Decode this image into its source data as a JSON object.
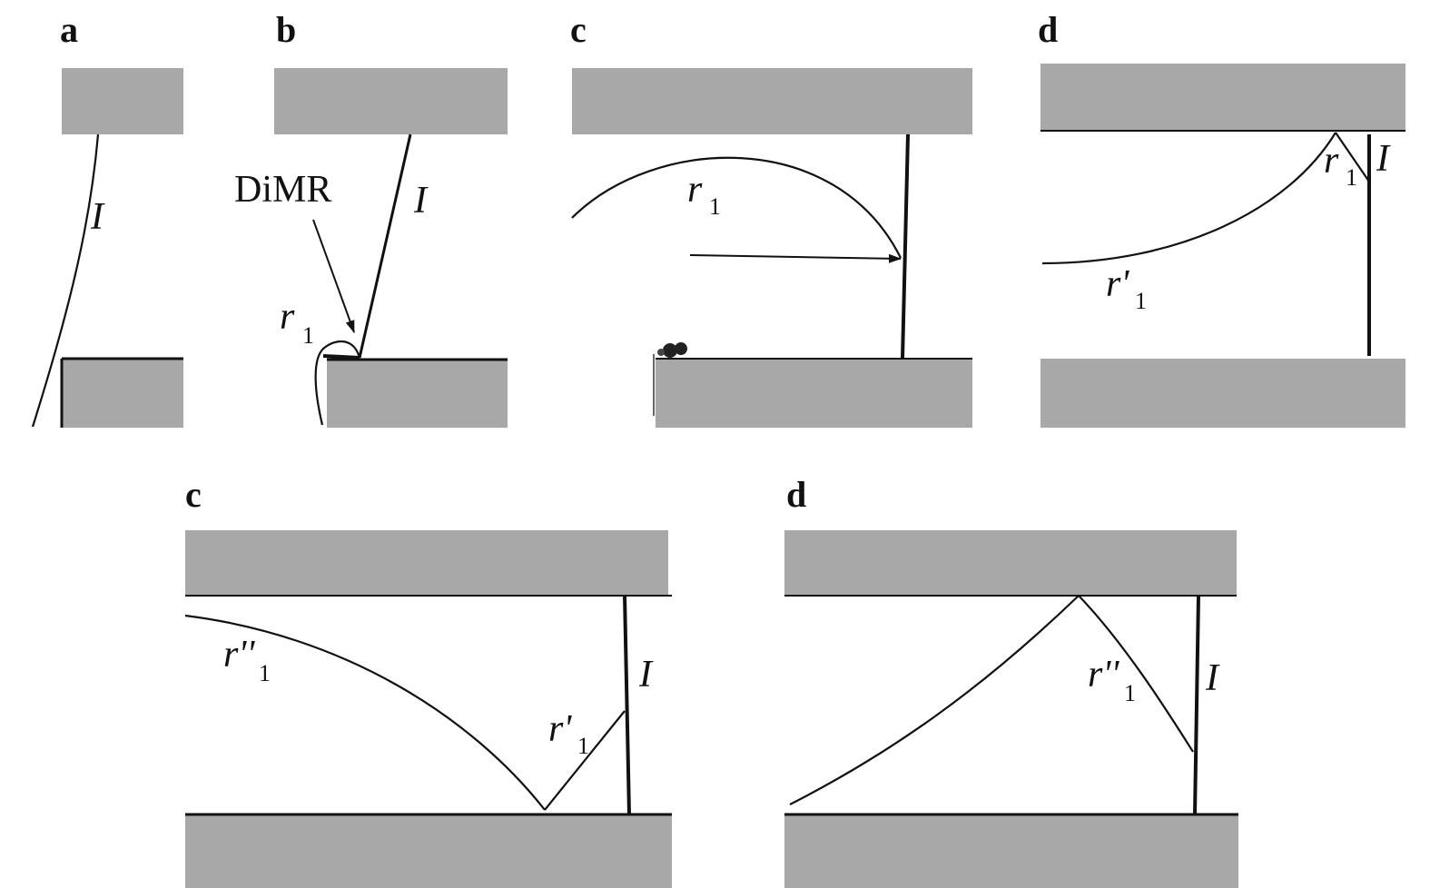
{
  "panels": [
    {
      "id": "a-top",
      "letter": "a",
      "labels": {
        "line": "I"
      }
    },
    {
      "id": "b-top",
      "letter": "b",
      "labels": {
        "line": "I",
        "callout": "DiMR",
        "r": "r",
        "r_sub": "1"
      }
    },
    {
      "id": "c-top",
      "letter": "c",
      "labels": {
        "r": "r",
        "r_sub": "1"
      }
    },
    {
      "id": "d-top",
      "letter": "d",
      "labels": {
        "r": "r",
        "r_sub": "1",
        "line": "I",
        "rp": "r'",
        "rp_sub": "1"
      }
    },
    {
      "id": "c-bottom",
      "letter": "c",
      "labels": {
        "rpp": "r''",
        "rpp_sub": "1",
        "line": "I",
        "rp": "r'",
        "rp_sub": "1"
      }
    },
    {
      "id": "d-bottom",
      "letter": "d",
      "labels": {
        "rpp": "r''",
        "rpp_sub": "1",
        "line": "I"
      }
    }
  ],
  "colors": {
    "plate": "#a8a8a8",
    "line": "#111111",
    "background": "#ffffff"
  }
}
